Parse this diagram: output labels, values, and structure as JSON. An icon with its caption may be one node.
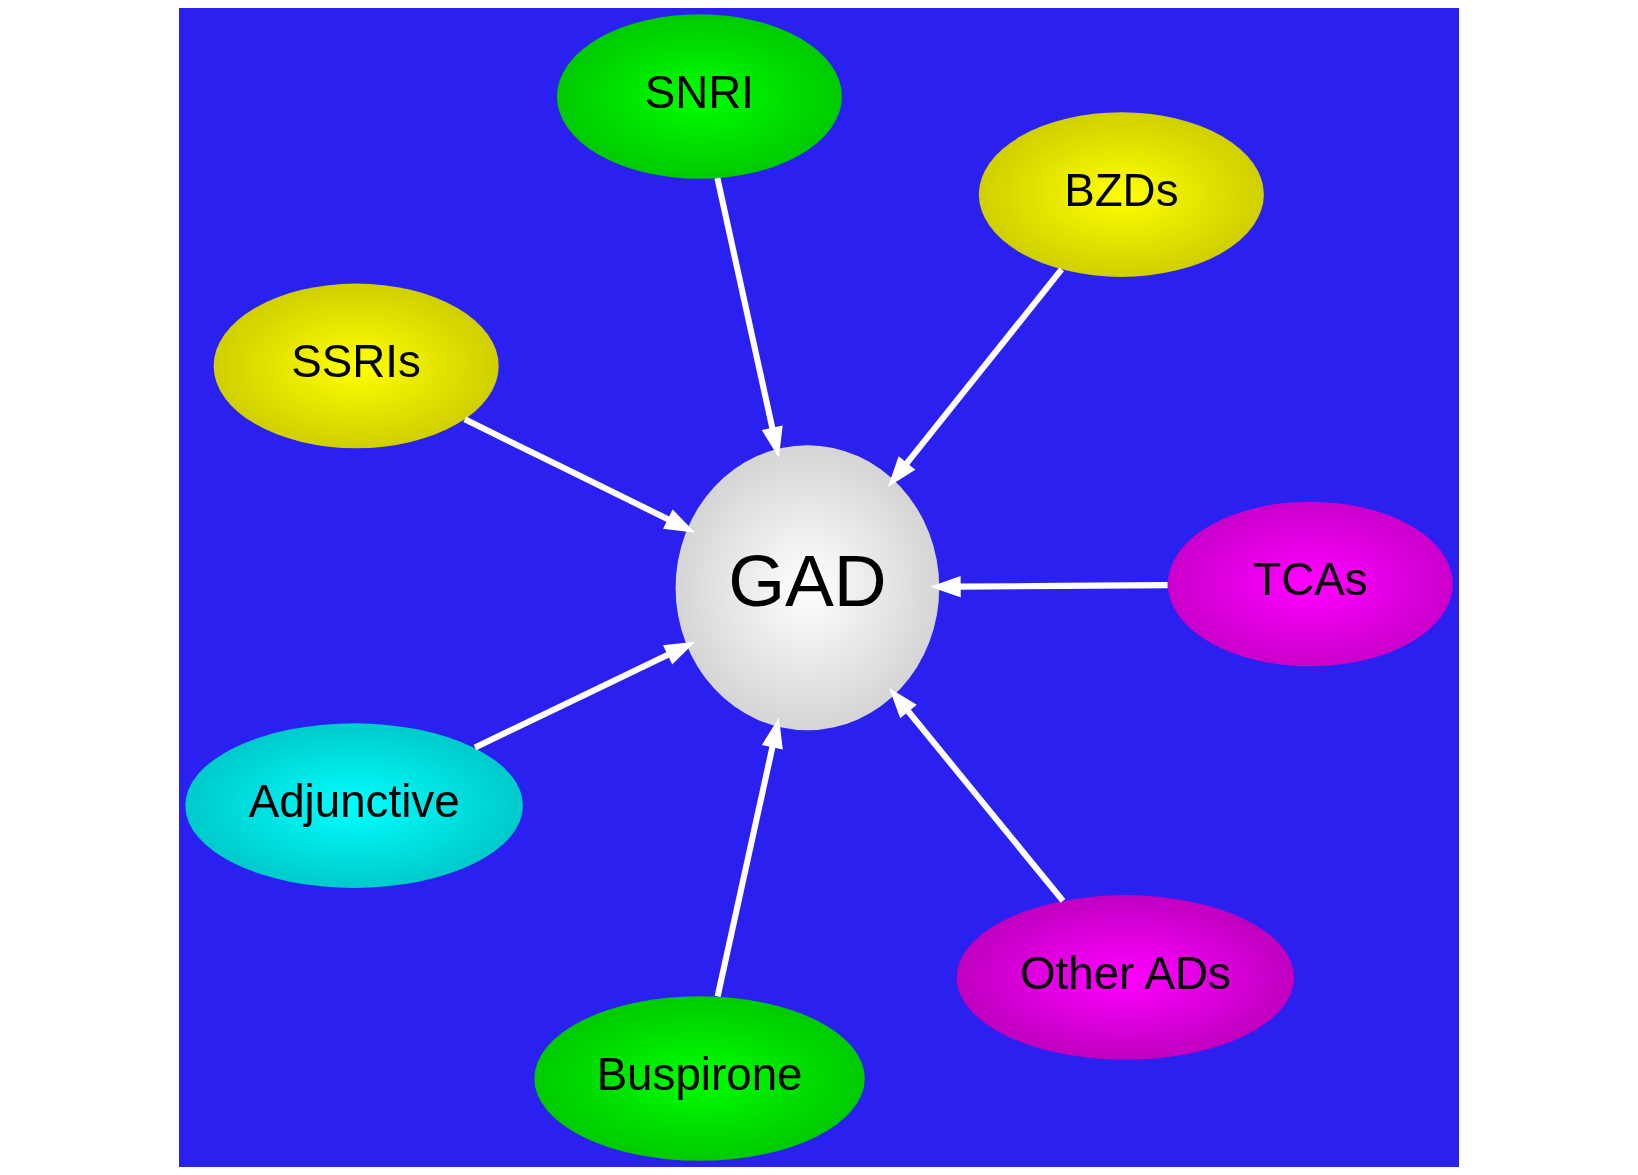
{
  "diagram": {
    "nodes": [
      {
        "text": [
          "GAD"
        ]
      },
      {
        "text": [
          "TCAs"
        ]
      },
      {
        "text": [
          "Buspirone"
        ]
      },
      {
        "text": [
          "SSRIs"
        ]
      },
      {
        "text": [
          "BZDs"
        ]
      },
      {
        "text": [
          "SNRI"
        ]
      },
      {
        "text": [
          "Adjunctive"
        ]
      },
      {
        "text": [
          "Other ADs"
        ]
      }
    ],
    "edges": [
      {
        "from": 1,
        "to": 0,
        "arrow": "to"
      },
      {
        "from": 2,
        "to": 0,
        "arrow": "to"
      },
      {
        "from": 3,
        "to": 0,
        "arrow": "to"
      },
      {
        "from": 4,
        "to": 0,
        "arrow": "to"
      },
      {
        "from": 5,
        "to": 0,
        "arrow": "to"
      },
      {
        "from": 6,
        "to": 0,
        "arrow": "to"
      },
      {
        "from": 7,
        "to": 0,
        "arrow": "to"
      }
    ]
  }
}
